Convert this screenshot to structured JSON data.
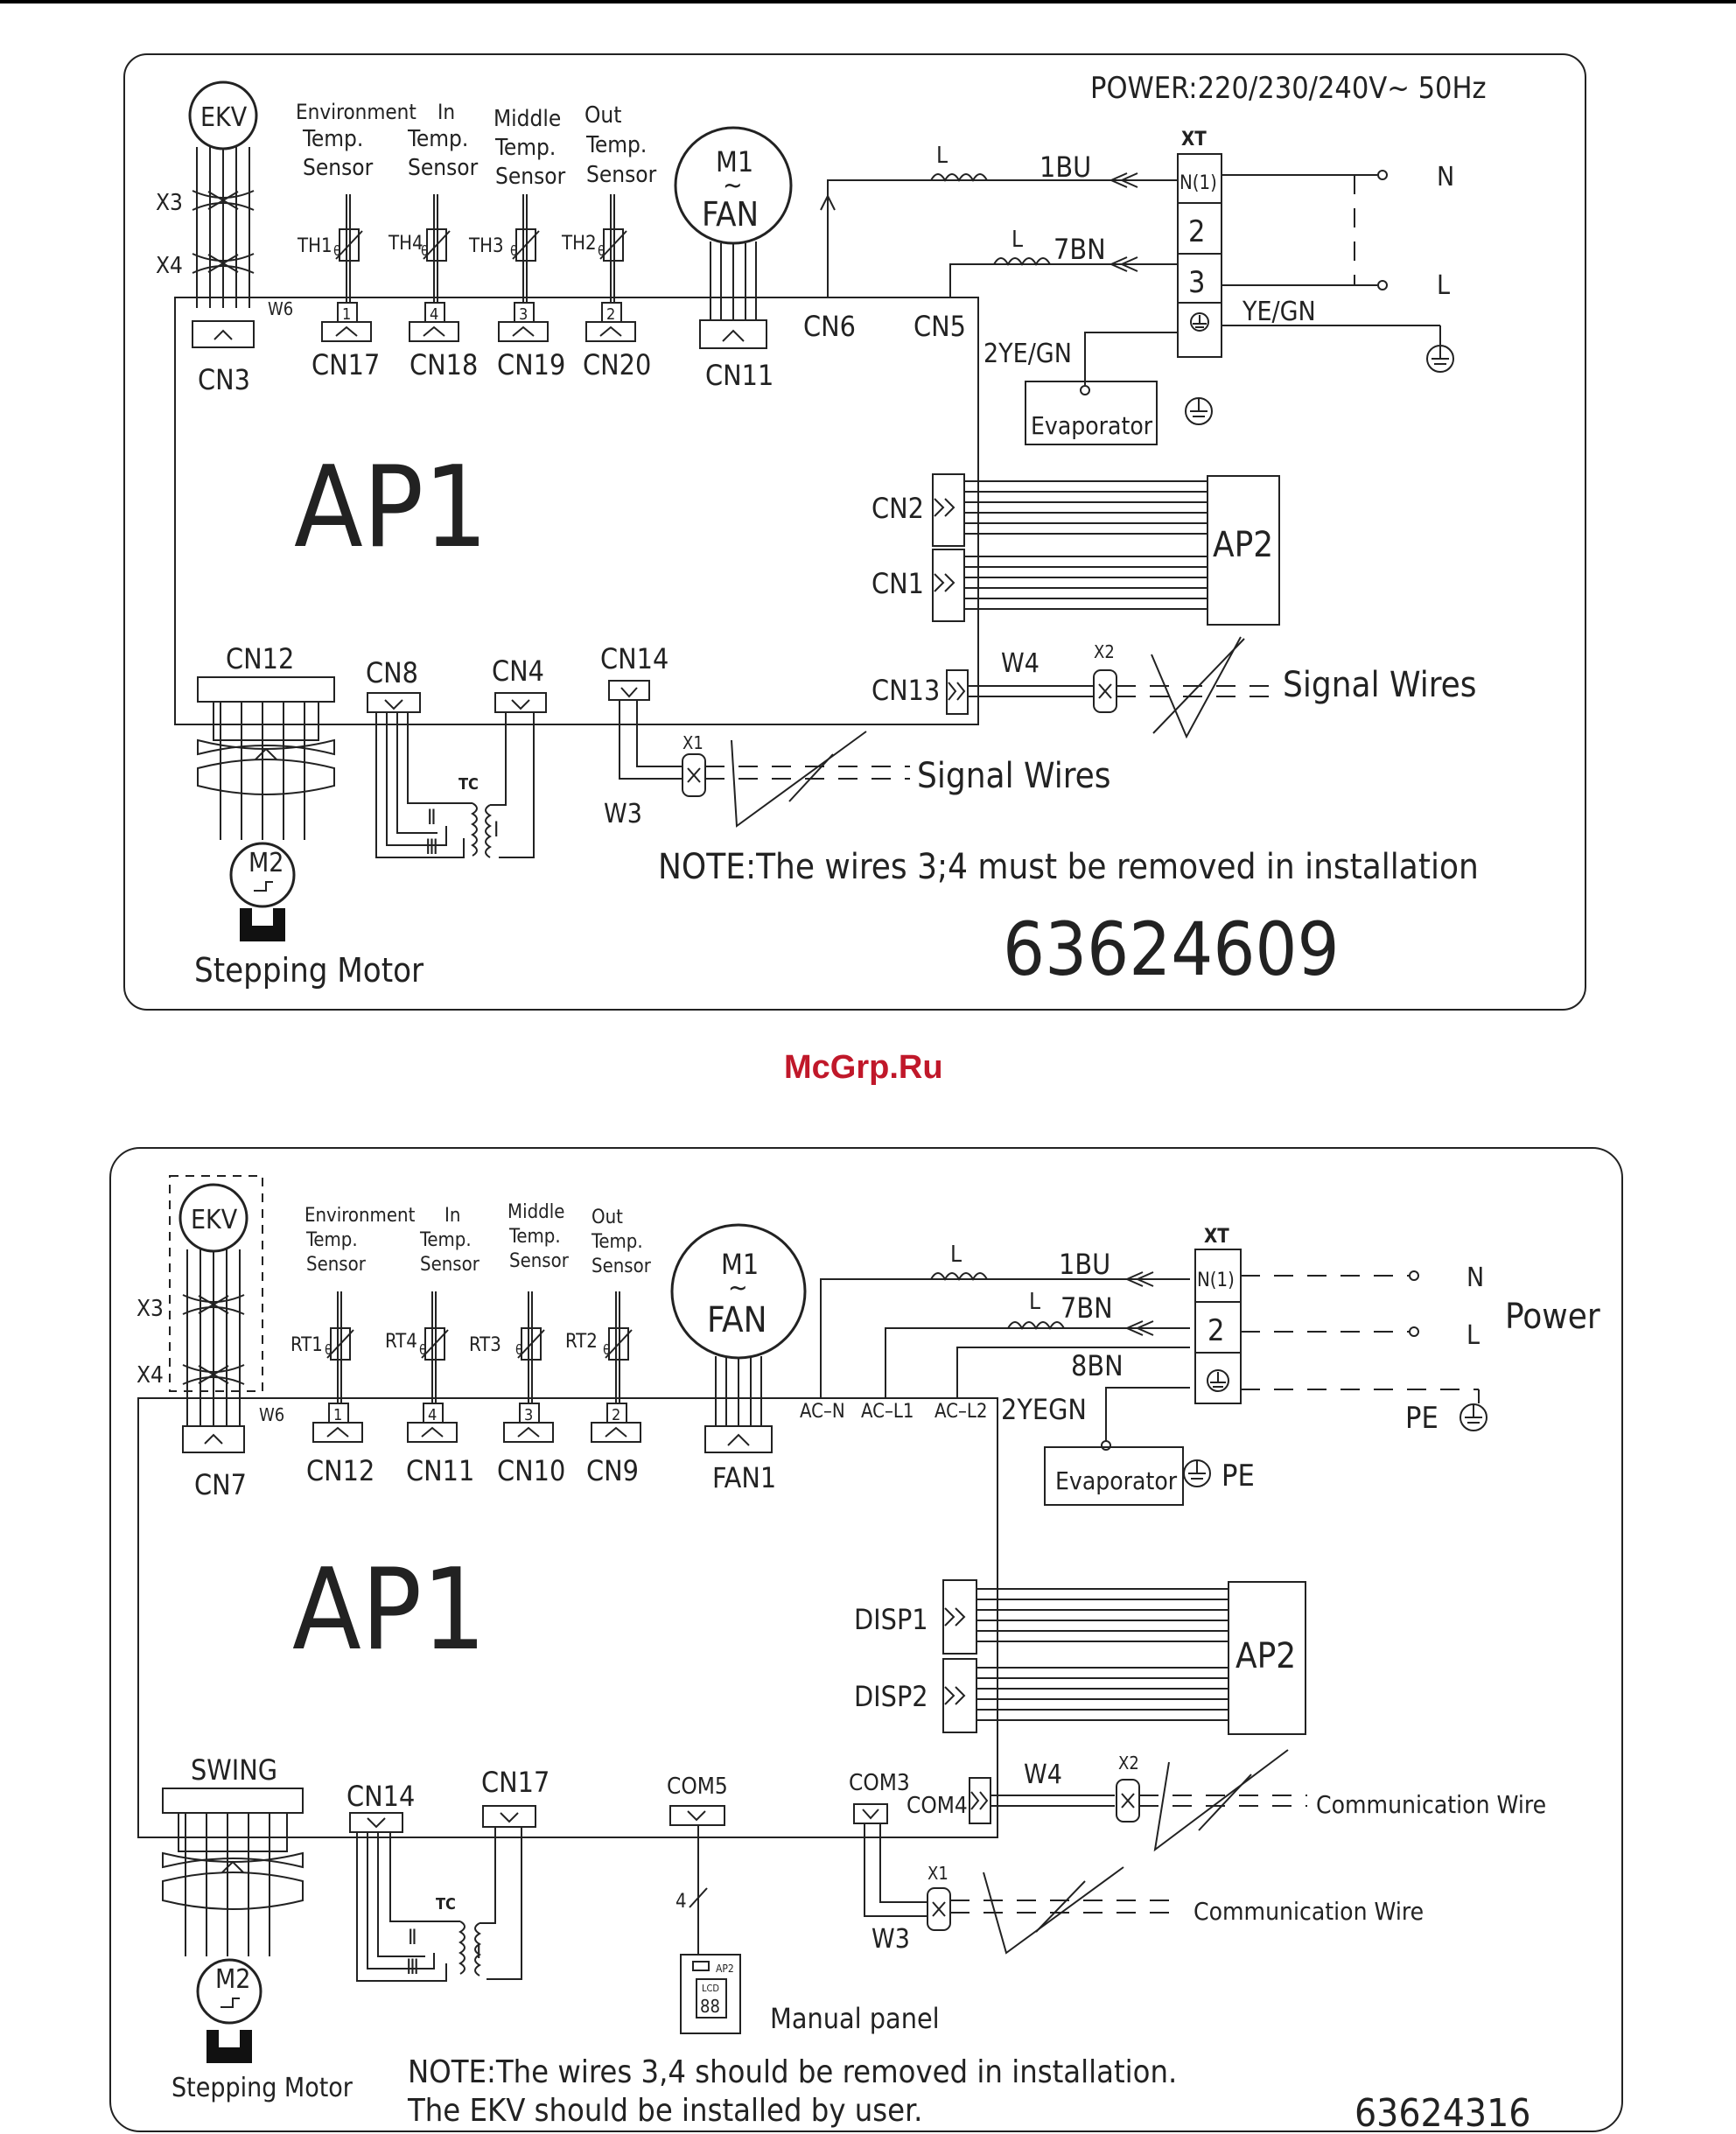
{
  "watermark": "McGrp.Ru",
  "diagram1": {
    "power": "POWER:220/230/240V~    50Hz",
    "ekv": "EKV",
    "x3": "X3",
    "x4": "X4",
    "w6": "W6",
    "sensors": [
      {
        "name": [
          "Environment",
          "Temp.",
          "Sensor"
        ],
        "th": "TH1",
        "pin": "1",
        "cn": "CN17"
      },
      {
        "name": [
          "In",
          "Temp.",
          "Sensor"
        ],
        "th": "TH4",
        "pin": "4",
        "cn": "CN18"
      },
      {
        "name": [
          "Middle",
          "Temp.",
          "Sensor"
        ],
        "th": "TH3",
        "pin": "3",
        "cn": "CN19"
      },
      {
        "name": [
          "Out",
          "Temp.",
          "Sensor"
        ],
        "th": "TH2",
        "pin": "2",
        "cn": "CN20"
      }
    ],
    "theta": "θ",
    "cn3": "CN3",
    "fan_m": "M1",
    "fan_tilde": "~",
    "fan_label": "FAN",
    "cn11": "CN11",
    "cn6": "CN6",
    "cn5": "CN5",
    "l1": "L",
    "l2": "L",
    "w1bu": "1BU",
    "w7bn": "7BN",
    "xt": "XT",
    "xt_n": "N(1)",
    "xt_2": "2",
    "xt_3": "3",
    "n": "N",
    "l": "L",
    "yegn": "YE/GN",
    "yegn2": "2YE/GN",
    "evaporator": "Evaporator",
    "ap1": "AP1",
    "ap2": "AP2",
    "cn2": "CN2",
    "cn1": "CN1",
    "cn13": "CN13",
    "w4": "W4",
    "x2": "X2",
    "signal_wires_1": "Signal  Wires",
    "cn12": "CN12",
    "cn8": "CN8",
    "cn4": "CN4",
    "cn14": "CN14",
    "tc": "TC",
    "ii": "Ⅱ",
    "iii": "Ⅲ",
    "i": "I",
    "x1": "X1",
    "w3": "W3",
    "signal_wires_2": "Signal  Wires",
    "m2": "M2",
    "note": "NOTE:The  wires  3;4  must  be  removed  in  installation",
    "code": "63624609",
    "stepping_motor": "Stepping  Motor"
  },
  "diagram2": {
    "ekv": "EKV",
    "x3": "X3",
    "x4": "X4",
    "w6": "W6",
    "sensors": [
      {
        "name": [
          "Environment",
          "Temp.",
          "Sensor"
        ],
        "th": "RT1",
        "pin": "1",
        "cn": "CN12"
      },
      {
        "name": [
          "In",
          "Temp.",
          "Sensor"
        ],
        "th": "RT4",
        "pin": "4",
        "cn": "CN11"
      },
      {
        "name": [
          "Middle",
          "Temp.",
          "Sensor"
        ],
        "th": "RT3",
        "pin": "3",
        "cn": "CN10"
      },
      {
        "name": [
          "Out",
          "Temp.",
          "Sensor"
        ],
        "th": "RT2",
        "pin": "2",
        "cn": "CN9"
      }
    ],
    "theta": "θ",
    "cn7": "CN7",
    "fan_m": "M1",
    "fan_tilde": "~",
    "fan_label": "FAN",
    "fan1": "FAN1",
    "acn": "AC–N",
    "acl1": "AC–L1",
    "acl2": "AC–L2",
    "l1": "L",
    "l2": "L",
    "w1bu": "1BU",
    "w7bn": "7BN",
    "w8bn": "8BN",
    "w2yegn": "2YEGN",
    "xt": "XT",
    "xt_n": "N(1)",
    "xt_2": "2",
    "n": "N",
    "l": "L",
    "power": "Power",
    "pe": "PE",
    "evaporator": "Evaporator",
    "pe2": "PE",
    "ap1": "AP1",
    "ap2": "AP2",
    "disp1": "DISP1",
    "disp2": "DISP2",
    "swing": "SWING",
    "cn14": "CN14",
    "cn17": "CN17",
    "com5": "COM5",
    "com3": "COM3",
    "com4": "COM4",
    "w4": "W4",
    "x2": "X2",
    "comm_wire_1": "Communication  Wire",
    "x1": "X1",
    "w3": "W3",
    "comm_wire_2": "Communication  Wire",
    "tc": "TC",
    "ii": "Ⅱ",
    "iii": "Ⅲ",
    "i": "I",
    "four": "4",
    "panel_ap2": "AP2",
    "panel_lcd": "LCD",
    "panel_digits": "88",
    "manual_panel": "Manual  panel",
    "m2": "M2",
    "stepping_motor": "Stepping  Motor",
    "note_line1": "NOTE:The  wires  3,4  should  be  removed  in  installation.",
    "note_line2": "The  EKV  should  be  installed  by  user.",
    "code": "63624316"
  }
}
